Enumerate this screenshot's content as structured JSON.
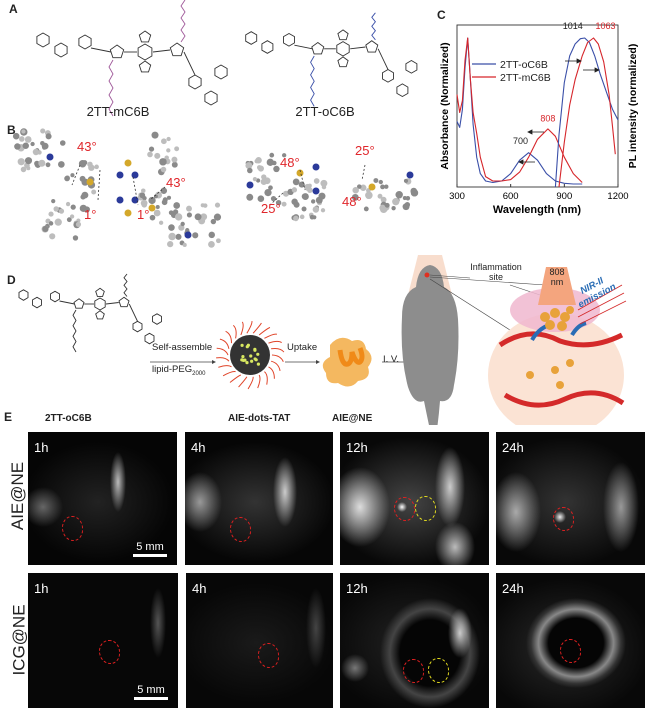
{
  "panels": {
    "a": "A",
    "b": "B",
    "c": "C",
    "d": "D",
    "e": "E"
  },
  "panel_a": {
    "molecules": [
      "2TT-mC6B",
      "2TT-oC6B"
    ]
  },
  "panel_b": {
    "left_angles": [
      "43°",
      "43°",
      "1°",
      "1°"
    ],
    "right_angles": [
      "48°",
      "25°",
      "25°",
      "48°"
    ]
  },
  "chart_data": {
    "type": "line",
    "xlabel": "Wavelength (nm)",
    "ylabel_left": "Absorbance (Normalized)",
    "ylabel_right": "PL intensity (normalized)",
    "xlim": [
      300,
      1200
    ],
    "xticks": [
      "300",
      "600",
      "900",
      "1200"
    ],
    "grid": false,
    "legend_position": "upper-center",
    "colors": {
      "oC6B": "#3a4fa8",
      "mC6B": "#d6262b"
    },
    "series": [
      {
        "name": "2TT-oC6B",
        "kind": "absorbance",
        "color": "#3a4fa8",
        "x": [
          300,
          315,
          330,
          345,
          360,
          375,
          390,
          410,
          430,
          460,
          500,
          550,
          600,
          650,
          700,
          750,
          800,
          850,
          900,
          950,
          1000
        ],
        "y": [
          0.44,
          0.4,
          0.52,
          0.8,
          1.0,
          0.72,
          0.42,
          0.2,
          0.09,
          0.04,
          0.03,
          0.04,
          0.09,
          0.18,
          0.23,
          0.18,
          0.09,
          0.04,
          0.025,
          0.02,
          0.02
        ]
      },
      {
        "name": "2TT-mC6B",
        "kind": "absorbance",
        "color": "#d6262b",
        "x": [
          300,
          315,
          330,
          345,
          360,
          375,
          390,
          410,
          430,
          460,
          500,
          550,
          600,
          650,
          700,
          750,
          808,
          850,
          900,
          950,
          1000
        ],
        "y": [
          0.62,
          0.5,
          0.58,
          0.85,
          1.0,
          0.72,
          0.5,
          0.36,
          0.2,
          0.07,
          0.04,
          0.04,
          0.05,
          0.1,
          0.2,
          0.32,
          0.39,
          0.34,
          0.2,
          0.09,
          0.03
        ]
      },
      {
        "name": "2TT-oC6B",
        "kind": "PL",
        "color": "#3a4fa8",
        "x": [
          850,
          870,
          900,
          930,
          960,
          990,
          1014,
          1040,
          1070,
          1100,
          1140,
          1170,
          1200
        ],
        "y": [
          0.0,
          0.35,
          0.7,
          0.88,
          0.96,
          0.995,
          1.0,
          0.97,
          0.88,
          0.76,
          0.62,
          0.52,
          0.45
        ]
      },
      {
        "name": "2TT-mC6B",
        "kind": "PL",
        "color": "#d6262b",
        "x": [
          870,
          900,
          930,
          960,
          1000,
          1030,
          1063,
          1090,
          1120,
          1150,
          1170,
          1185
        ],
        "y": [
          0.0,
          0.3,
          0.55,
          0.72,
          0.88,
          0.97,
          1.0,
          0.96,
          0.84,
          0.62,
          0.4,
          0.22
        ]
      }
    ],
    "annotations": [
      {
        "text": "1014",
        "color": "#222222"
      },
      {
        "text": "1063",
        "color": "#d6262b"
      },
      {
        "text": "808",
        "color": "#d6262b"
      },
      {
        "text": "700",
        "color": "#222222"
      }
    ]
  },
  "panel_d": {
    "molecule": "2TT-oC6B",
    "step1_top": "Self-assemble",
    "step1_bottom": "lipid-PEG",
    "step1_sub": "2000",
    "dots_label": "AIE-dots-TAT",
    "step2": "Uptake",
    "cell_label": "AIE@NE",
    "step3": "I. V.",
    "inflammation": "Inflammation",
    "inflammation2": "site",
    "laser": "808",
    "laser_unit": "nm",
    "emission1": "NIR-II",
    "emission2": "emission",
    "emission_color": "#2a6db5"
  },
  "panel_e": {
    "rows": [
      {
        "label": "AIE@NE",
        "images": [
          {
            "time": "1h"
          },
          {
            "time": "4h"
          },
          {
            "time": "12h"
          },
          {
            "time": "24h"
          }
        ]
      },
      {
        "label": "ICG@NE",
        "images": [
          {
            "time": "1h"
          },
          {
            "time": "4h"
          },
          {
            "time": "12h"
          },
          {
            "time": "24h"
          }
        ]
      }
    ],
    "scale": "5 mm"
  }
}
